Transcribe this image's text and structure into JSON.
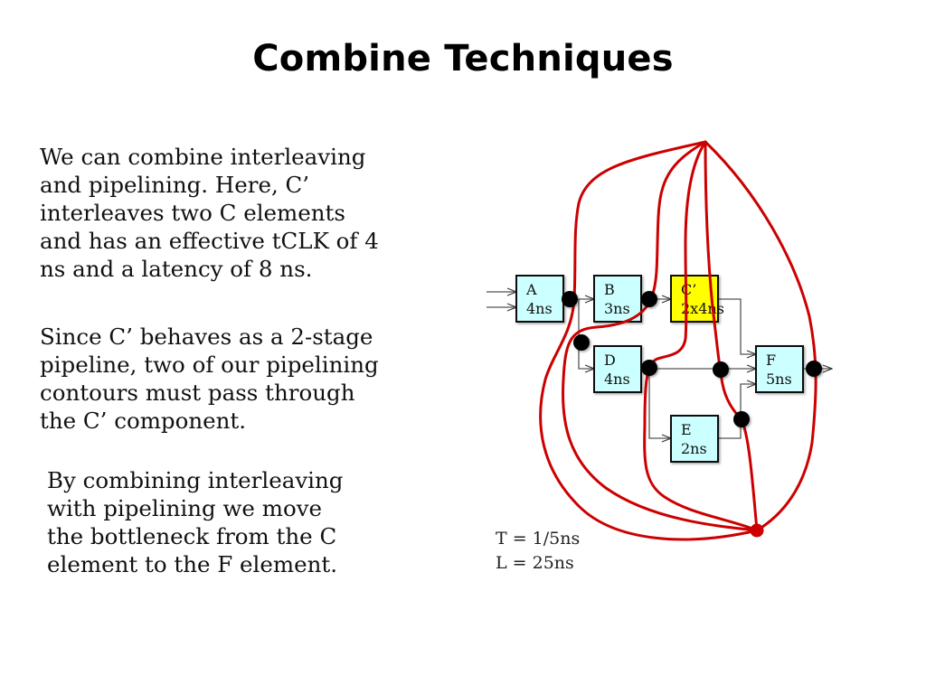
{
  "slide": {
    "title": "Combine Techniques",
    "paragraphs": [
      "We can combine interleaving\nand pipelining. Here, C’\ninterleaves two C elements\nand has an effective tCLK of 4\nns and a latency of 8 ns.",
      "Since C’ behaves as a 2-stage\npipeline, two of our pipelining\ncontours must pass through\nthe C’ component.",
      "By combining interleaving\nwith pipelining we move\nthe bottleneck from the C\nelement to the F element."
    ]
  },
  "diagram": {
    "colors": {
      "component_fill": "#ccffff",
      "highlight_fill": "#ffff00",
      "contour": "#cc0000",
      "register_dot": "#000000",
      "wire": "#555555"
    },
    "components": [
      {
        "id": "A",
        "name": "A",
        "delay": "4ns",
        "highlight": false
      },
      {
        "id": "B",
        "name": "B",
        "delay": "3ns",
        "highlight": false
      },
      {
        "id": "C",
        "name": "C’",
        "delay": "2x4ns",
        "highlight": true
      },
      {
        "id": "D",
        "name": "D",
        "delay": "4ns",
        "highlight": false
      },
      {
        "id": "E",
        "name": "E",
        "delay": "2ns",
        "highlight": false
      },
      {
        "id": "F",
        "name": "F",
        "delay": "5ns",
        "highlight": false
      }
    ],
    "connections": [
      [
        "input",
        "A"
      ],
      [
        "input",
        "A"
      ],
      [
        "A",
        "B"
      ],
      [
        "A",
        "D"
      ],
      [
        "B",
        "C"
      ],
      [
        "C",
        "F"
      ],
      [
        "D",
        "F"
      ],
      [
        "D",
        "E"
      ],
      [
        "E",
        "F"
      ],
      [
        "F",
        "output"
      ]
    ],
    "pipeline_registers": 7,
    "pipeline_contours": 6,
    "throughput_label": "T = 1/5ns",
    "latency_label": "L = 25ns"
  }
}
